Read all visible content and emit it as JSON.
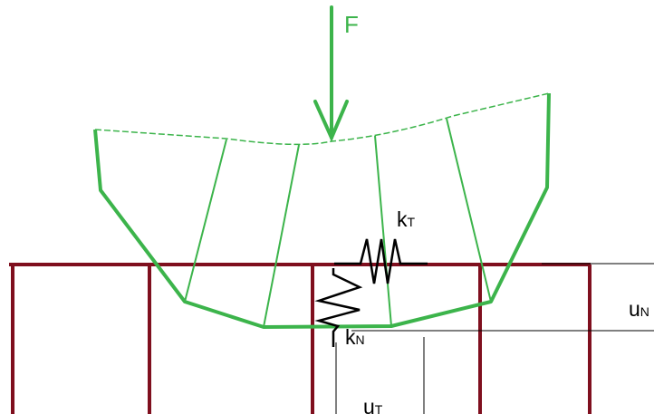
{
  "labels": {
    "force": "F",
    "kt_main": "k",
    "kt_sub": "T",
    "kn_main": "k",
    "kn_sub": "N",
    "un_main": "u",
    "un_sub": "N",
    "ut_main": "u",
    "ut_sub": "T"
  },
  "colors": {
    "wheel": "#3cb44b",
    "rail": "#7f0f1e",
    "spring": "#000000",
    "guide": "#000000"
  }
}
